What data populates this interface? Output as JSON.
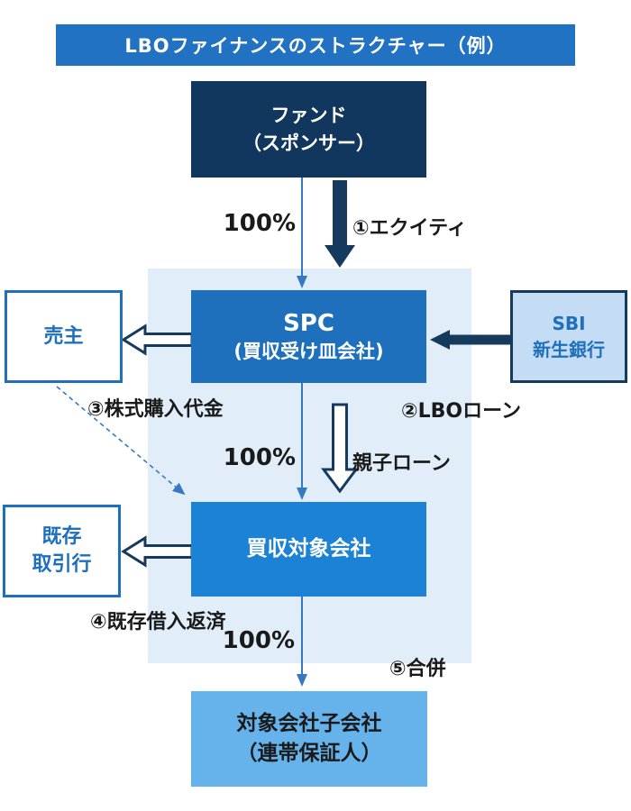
{
  "title": "LBOファイナンスのストラクチャー（例）",
  "nodes": {
    "fund": {
      "line1": "ファンド",
      "line2": "（スポンサー）"
    },
    "spc": {
      "line1": "SPC",
      "line2": "(買収受け皿会社)"
    },
    "seller": {
      "label": "売主"
    },
    "bank": {
      "line1": "SBI",
      "line2": "新生銀行"
    },
    "target": {
      "label": "買収対象会社"
    },
    "existing_lenders": {
      "line1": "既存",
      "line2": "取引行"
    },
    "subsidiary": {
      "line1": "対象会社子会社",
      "line2": "（連帯保証人）"
    }
  },
  "edges": {
    "equity": "①エクイティ",
    "lbo_loan": "②LBOローン",
    "share_purchase": "③株式購入代金",
    "debt_repayment": "④既存借入返済",
    "merger": "⑤合併",
    "intercompany_loan": "親子ローン",
    "ownership_fund_spc": "100%",
    "ownership_spc_target": "100%",
    "ownership_target_sub": "100%"
  },
  "colors": {
    "title_bar": "#2272C3",
    "fund_box": "#12375E",
    "panel": "#E1EEFA",
    "spc_box": "#1F70BC",
    "target_box": "#1C82D6",
    "subsidiary_box": "#66B3EC",
    "box_border_blue": "#1F70BC",
    "bank_box_bg": "#C5DDF4",
    "bank_box_border": "#16395E",
    "navy_arrow": "#16395E",
    "thin_arrow": "#3579C4",
    "label_text": "#1A1A1A",
    "box_text_light": "#FFFFFF",
    "subsidiary_text": "#1A1A1A"
  }
}
